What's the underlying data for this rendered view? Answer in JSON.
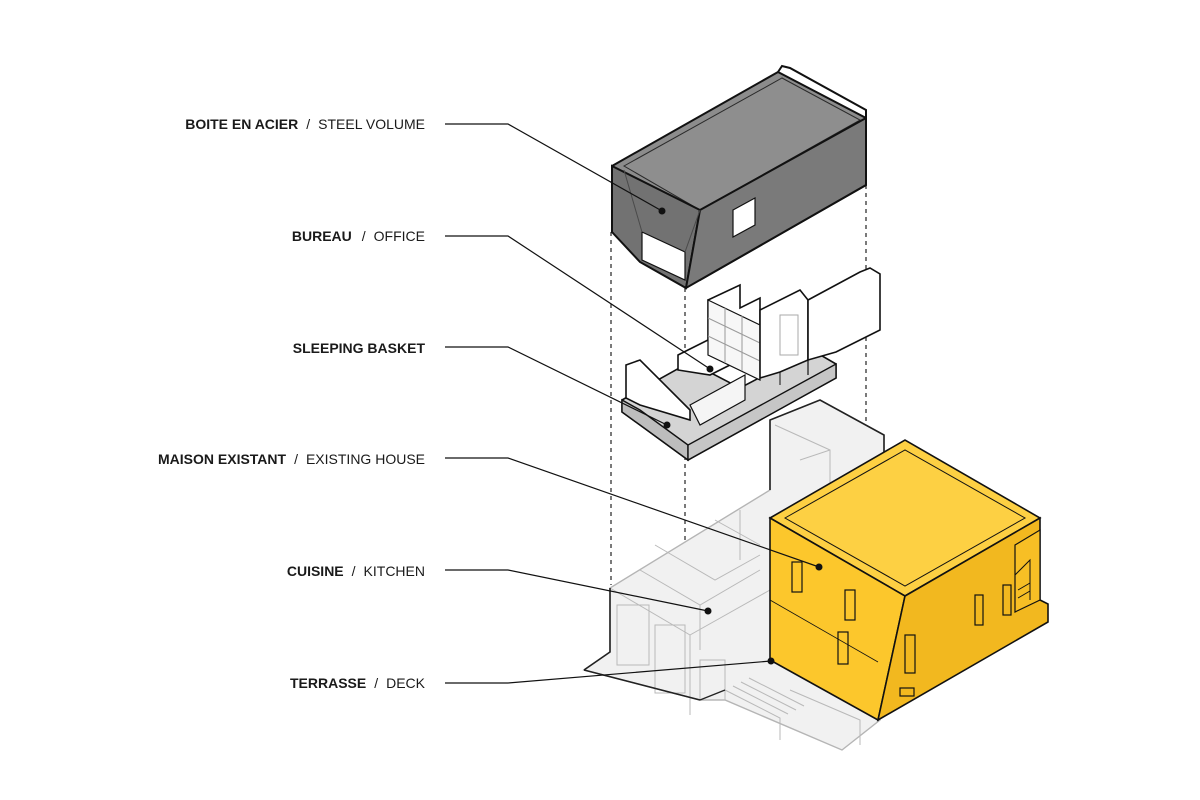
{
  "labels": [
    {
      "id": "steel-volume",
      "fr": "BOITE EN ACIER",
      "sep": "/",
      "en": "STEEL VOLUME"
    },
    {
      "id": "office",
      "fr": "BUREAU",
      "sep": "/",
      "en": "OFFICE"
    },
    {
      "id": "sleeping-basket",
      "fr": "SLEEPING BASKET",
      "sep": "",
      "en": ""
    },
    {
      "id": "existing-house",
      "fr": "MAISON EXISTANT",
      "sep": "/",
      "en": "EXISTING HOUSE"
    },
    {
      "id": "kitchen",
      "fr": "CUISINE",
      "sep": "/",
      "en": "KITCHEN"
    },
    {
      "id": "deck",
      "fr": "TERRASSE",
      "sep": "/",
      "en": "DECK"
    }
  ],
  "colors": {
    "steel_top": "#8e8e8e",
    "steel_side": "#777777",
    "steel_front": "#6a6a6a",
    "house_yellow": "#fcc72c",
    "house_yellow_dark": "#efb51d",
    "floor_grey": "#d4d4d4",
    "ghost_grey": "#f1f1f1",
    "line": "#111111"
  }
}
